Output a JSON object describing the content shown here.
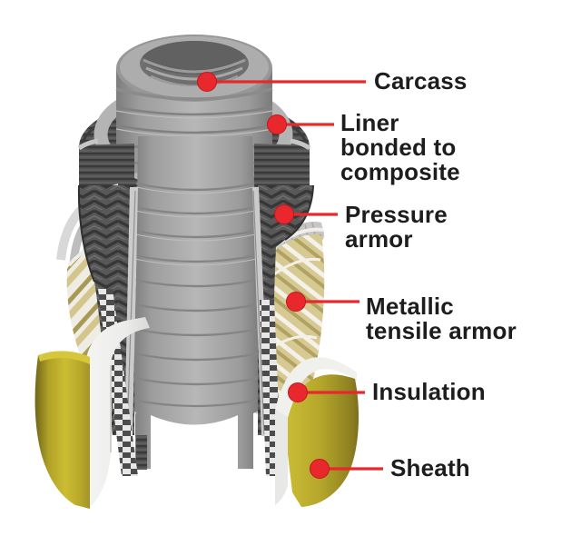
{
  "figure": {
    "callouts": [
      {
        "id": "carcass",
        "lines": [
          "Carcass"
        ]
      },
      {
        "id": "liner",
        "lines": [
          "Liner",
          "bonded to",
          "composite"
        ]
      },
      {
        "id": "pressure-armor",
        "lines": [
          "Pressure",
          "armor"
        ]
      },
      {
        "id": "metallic-tensile-armor",
        "lines": [
          "Metallic",
          "tensile armor"
        ]
      },
      {
        "id": "insulation",
        "lines": [
          "Insulation"
        ]
      },
      {
        "id": "sheath",
        "lines": [
          "Sheath"
        ]
      }
    ],
    "colors": {
      "callout_red": "#e8282c",
      "label_text": "#1d1d1d",
      "carcass_gray": "#b0b0b0",
      "liner_dark_gray": "#4f4f4f",
      "tensile_cream": "#d7c992",
      "insulation_white": "#efefec",
      "sheath_yellow": "#bfae2c",
      "background": "#ffffff"
    }
  }
}
